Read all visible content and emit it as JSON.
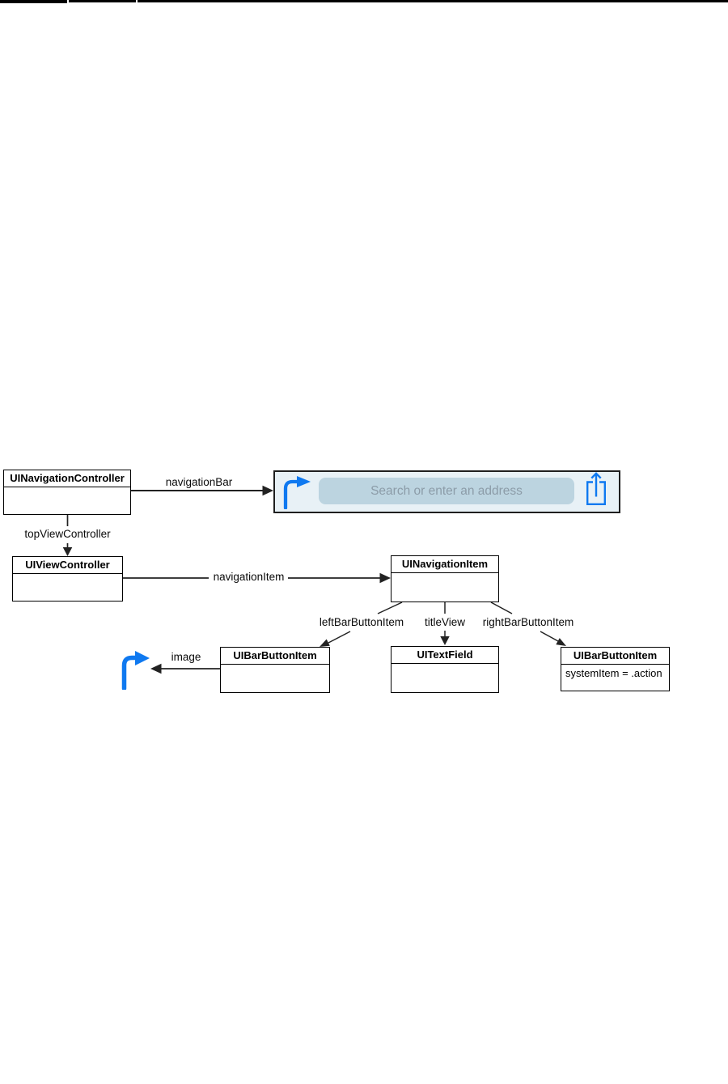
{
  "colors": {
    "accent_blue": "#0f79f0",
    "navbar_bg": "#e8f1f6",
    "field_bg": "#bcd4e0",
    "placeholder": "#8c9ca8",
    "line": "#222222"
  },
  "diagram": {
    "boxes": [
      {
        "title": "UINavigationController",
        "body": ""
      },
      {
        "title": "UIViewController",
        "body": ""
      },
      {
        "title": "UINavigationItem",
        "body": ""
      },
      {
        "title": "UIBarButtonItem",
        "body": ""
      },
      {
        "title": "UITextField",
        "body": ""
      },
      {
        "title": "UIBarButtonItem",
        "body": "systemItem = .action"
      }
    ],
    "edge_labels": {
      "navigation_bar": "navigationBar",
      "top_view_controller": "topViewController",
      "navigation_item": "navigationItem",
      "left_bar_button_item": "leftBarButtonItem",
      "title_view": "titleView",
      "right_bar_button_item": "rightBarButtonItem",
      "image": "image"
    },
    "navbar_mockup": {
      "placeholder": "Search or enter an address",
      "icons": [
        "turn-right-arrow",
        "share"
      ]
    }
  }
}
